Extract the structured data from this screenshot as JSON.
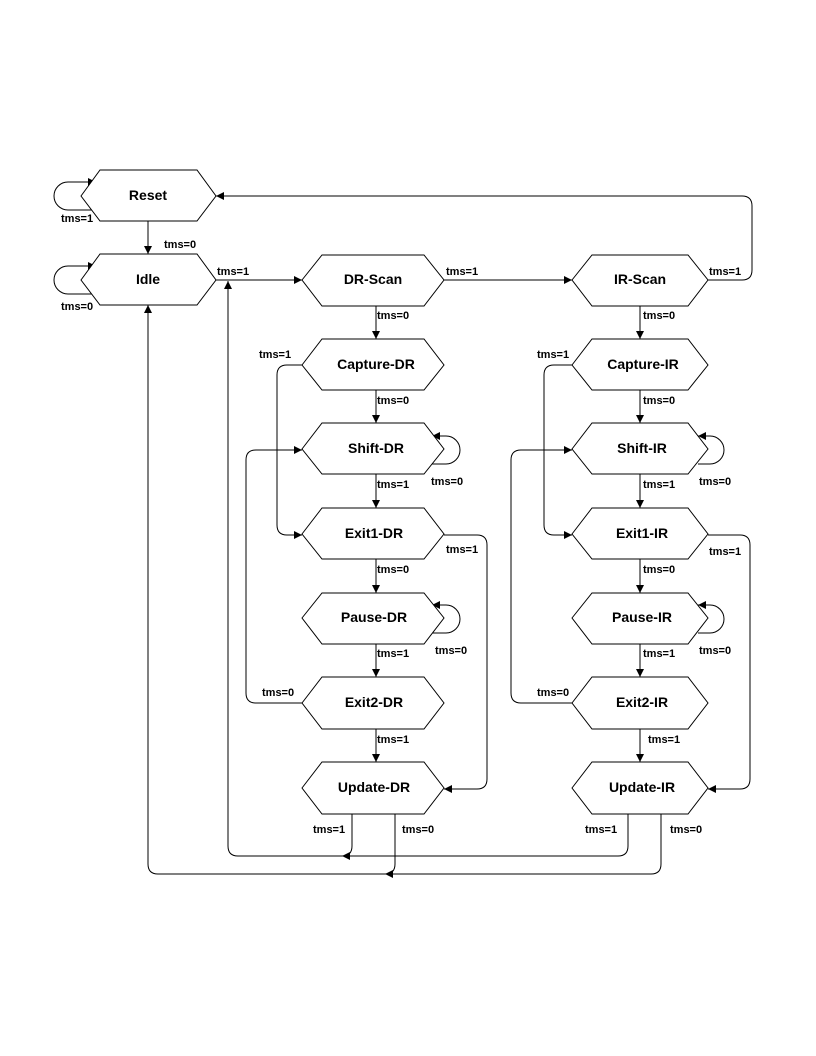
{
  "states": {
    "reset": "Reset",
    "idle": "Idle",
    "dr_scan": "DR-Scan",
    "ir_scan": "IR-Scan",
    "capture_dr": "Capture-DR",
    "capture_ir": "Capture-IR",
    "shift_dr": "Shift-DR",
    "shift_ir": "Shift-IR",
    "exit1_dr": "Exit1-DR",
    "exit1_ir": "Exit1-IR",
    "pause_dr": "Pause-DR",
    "pause_ir": "Pause-IR",
    "exit2_dr": "Exit2-DR",
    "exit2_ir": "Exit2-IR",
    "update_dr": "Update-DR",
    "update_ir": "Update-IR"
  },
  "transitions": {
    "reset_self": "tms=1",
    "reset_to_idle": "tms=0",
    "idle_self": "tms=0",
    "idle_to_dr_scan": "tms=1",
    "dr_scan_to_ir_scan": "tms=1",
    "ir_scan_to_reset": "tms=1",
    "dr_scan_to_capture": "tms=0",
    "ir_scan_to_capture": "tms=0",
    "capture_dr_to_exit1": "tms=1",
    "capture_ir_to_exit1": "tms=1",
    "capture_dr_to_shift": "tms=0",
    "capture_ir_to_shift": "tms=0",
    "shift_dr_self": "tms=0",
    "shift_ir_self": "tms=0",
    "shift_dr_to_exit1": "tms=1",
    "shift_ir_to_exit1": "tms=1",
    "exit1_dr_to_update": "tms=1",
    "exit1_ir_to_update": "tms=1",
    "exit1_dr_to_pause": "tms=0",
    "exit1_ir_to_pause": "tms=0",
    "pause_dr_self": "tms=0",
    "pause_ir_self": "tms=0",
    "pause_dr_to_exit2": "tms=1",
    "pause_ir_to_exit2": "tms=1",
    "exit2_dr_to_shift": "tms=0",
    "exit2_ir_to_shift": "tms=0",
    "exit2_dr_to_update": "tms=1",
    "exit2_ir_to_update": "tms=1",
    "update_dr_to_dr_scan": "tms=1",
    "update_dr_to_idle": "tms=0",
    "update_ir_to_dr_scan": "tms=1",
    "update_ir_to_idle": "tms=0"
  }
}
